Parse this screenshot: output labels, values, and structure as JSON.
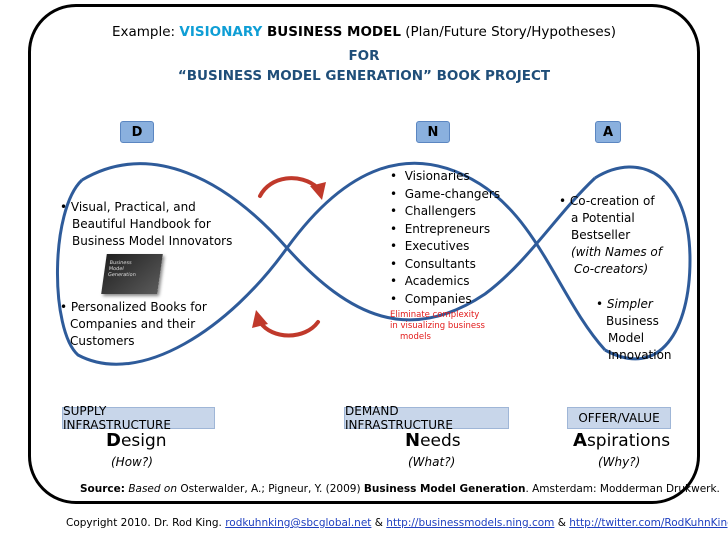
{
  "title": {
    "line1_prefix": "Example: ",
    "line1_highlight": "VISIONARY",
    "line1_bold": " BUSINESS MODEL",
    "line1_rest": " (Plan/Future Story/Hypotheses)",
    "line2": "FOR",
    "line3": "“BUSINESS MODEL GENERATION” BOOK PROJECT"
  },
  "badges": {
    "d": "D",
    "n": "N",
    "a": "A"
  },
  "left_column": {
    "bullet1": [
      "• Visual, Practical, and",
      "Beautiful Handbook for",
      "Business Model Innovators"
    ],
    "bullet2": [
      "• Personalized Books for",
      "Companies and their",
      "Customers"
    ],
    "book_text": "Business Model Generation"
  },
  "middle_column": {
    "items": [
      "Visionaries",
      "Game-changers",
      "Challengers",
      "Entrepreneurs",
      "Executives",
      "Consultants",
      "Academics",
      "Companies"
    ],
    "note": [
      "Eliminate complexity",
      "in visualizing business",
      "models"
    ]
  },
  "right_column": {
    "lines": [
      "• Co-creation of",
      "a Potential",
      "Bestseller",
      "(with Names of",
      "Co-creators)"
    ],
    "sub_bullet": [
      "• Simpler",
      "Business",
      "Model",
      "Innovation"
    ]
  },
  "infrastructure": [
    {
      "label": "SUPPLY INFRASTRUCTURE",
      "initial": "D",
      "rest": "esign",
      "question": "(How?)"
    },
    {
      "label": "DEMAND INFRASTRUCTURE",
      "initial": "N",
      "rest": "eeds",
      "question": "(What?)"
    },
    {
      "label": "OFFER/VALUE",
      "initial": "A",
      "rest": "spirations",
      "question": "(Why?)"
    }
  ],
  "source": {
    "label": "Source:",
    "based": "Based on",
    "authors": " Osterwalder, A.; Pigneur, Y. (2009) ",
    "book": "Business Model Generation",
    "rest": ". Amsterdam: Modderman Drukwerk."
  },
  "copyright": {
    "prefix": "Copyright 2010. Dr. Rod King. ",
    "email": "rodkuhnking@sbcglobal.net",
    "amp1": " & ",
    "url1": "http://businessmodels.ning.com",
    "amp2": " & ",
    "url2": "http://twitter.com/RodKuhnKing"
  },
  "colors": {
    "loop": "#2e5b9a",
    "arrow": "#c0392b",
    "badge": "#8ab0de",
    "title_highlight": "#0f9ed5",
    "title_dark": "#1f4e79",
    "note_red": "#e21b1b"
  }
}
